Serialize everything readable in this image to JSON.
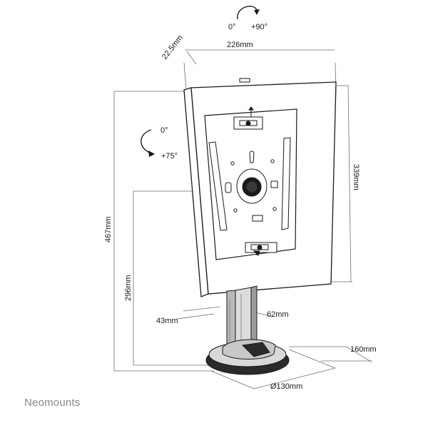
{
  "rotation_top": {
    "from": "0°",
    "to": "+90°"
  },
  "rotation_side": {
    "from": "0°",
    "to": "+75°"
  },
  "dimensions": {
    "depth": "22.5mm",
    "width": "226mm",
    "height_panel": "339mm",
    "height_total": "467mm",
    "height_pivot": "296mm",
    "pole_depth": "43mm",
    "pole_width": "62mm",
    "base_depth": "160mm",
    "base_diameter": "Ø130mm"
  },
  "brand": "Neomounts",
  "colors": {
    "line": "#1a1a1a",
    "dim_line": "#6d6d6d",
    "pole": "#b9b9b9",
    "base": "#2b2b2b",
    "brand": "#8a8a8a"
  }
}
